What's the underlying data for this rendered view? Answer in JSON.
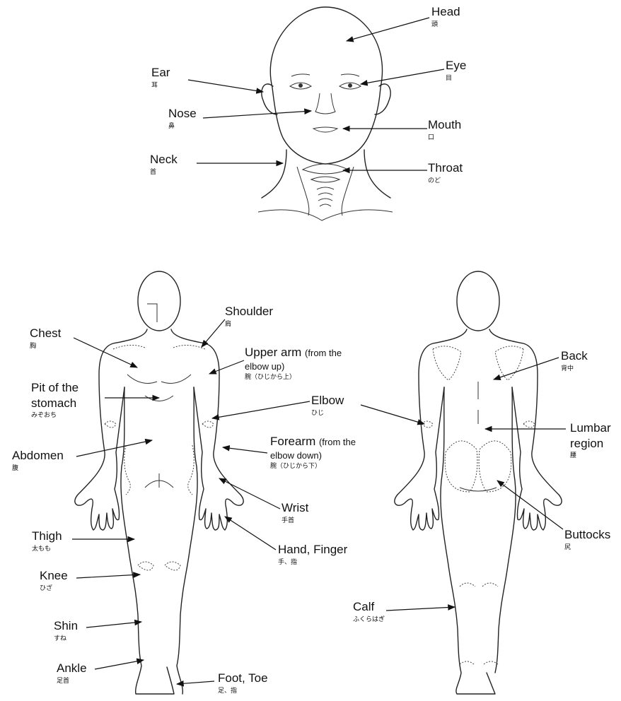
{
  "labels": {
    "head": {
      "en": "Head",
      "jp": "頭"
    },
    "ear": {
      "en": "Ear",
      "jp": "耳"
    },
    "eye": {
      "en": "Eye",
      "jp": "目"
    },
    "nose": {
      "en": "Nose",
      "jp": "鼻"
    },
    "mouth": {
      "en": "Mouth",
      "jp": "口"
    },
    "neck": {
      "en": "Neck",
      "jp": "首"
    },
    "throat": {
      "en": "Throat",
      "jp": "のど"
    },
    "shoulder": {
      "en": "Shoulder",
      "jp": "肩"
    },
    "chest": {
      "en": "Chest",
      "jp": "胸"
    },
    "upper_arm": {
      "en": "Upper arm",
      "en_note": "(from the",
      "en_line2": "elbow up)",
      "jp": "腕（ひじから上）"
    },
    "pit": {
      "en": "Pit of the",
      "en_line2": "stomach",
      "jp": "みぞおち"
    },
    "elbow": {
      "en": "Elbow",
      "jp": "ひじ"
    },
    "abdomen": {
      "en": "Abdomen",
      "jp": "腹"
    },
    "forearm": {
      "en": "Forearm",
      "en_note": "(from the",
      "en_line2": "elbow down)",
      "jp": "腕（ひじから下）"
    },
    "wrist": {
      "en": "Wrist",
      "jp": "手首"
    },
    "thigh": {
      "en": "Thigh",
      "jp": "太もも"
    },
    "hand": {
      "en": "Hand, Finger",
      "jp": "手、指"
    },
    "knee": {
      "en": "Knee",
      "jp": "ひざ"
    },
    "shin": {
      "en": "Shin",
      "jp": "すね"
    },
    "ankle": {
      "en": "Ankle",
      "jp": "足首"
    },
    "foot": {
      "en": "Foot, Toe",
      "jp": "足、指"
    },
    "back": {
      "en": "Back",
      "jp": "背中"
    },
    "lumbar": {
      "en": "Lumbar",
      "en_line2": "region",
      "jp": "腰"
    },
    "buttocks": {
      "en": "Buttocks",
      "jp": "尻"
    },
    "calf": {
      "en": "Calf",
      "jp": "ふくらはぎ"
    }
  }
}
